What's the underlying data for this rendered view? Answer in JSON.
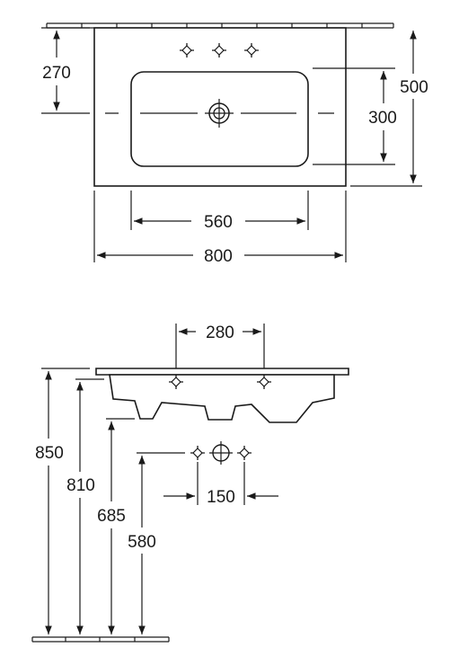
{
  "top_view": {
    "dimensions": {
      "depth_to_tap": "270",
      "overall_depth": "500",
      "bowl_depth": "300",
      "bowl_width": "560",
      "overall_width": "800"
    }
  },
  "side_view": {
    "dimensions": {
      "hole_spacing": "280",
      "rim_height": "850",
      "underside_height": "810",
      "bowl_base_height": "685",
      "tap_connection_height": "580",
      "connection_spacing": "150"
    }
  }
}
